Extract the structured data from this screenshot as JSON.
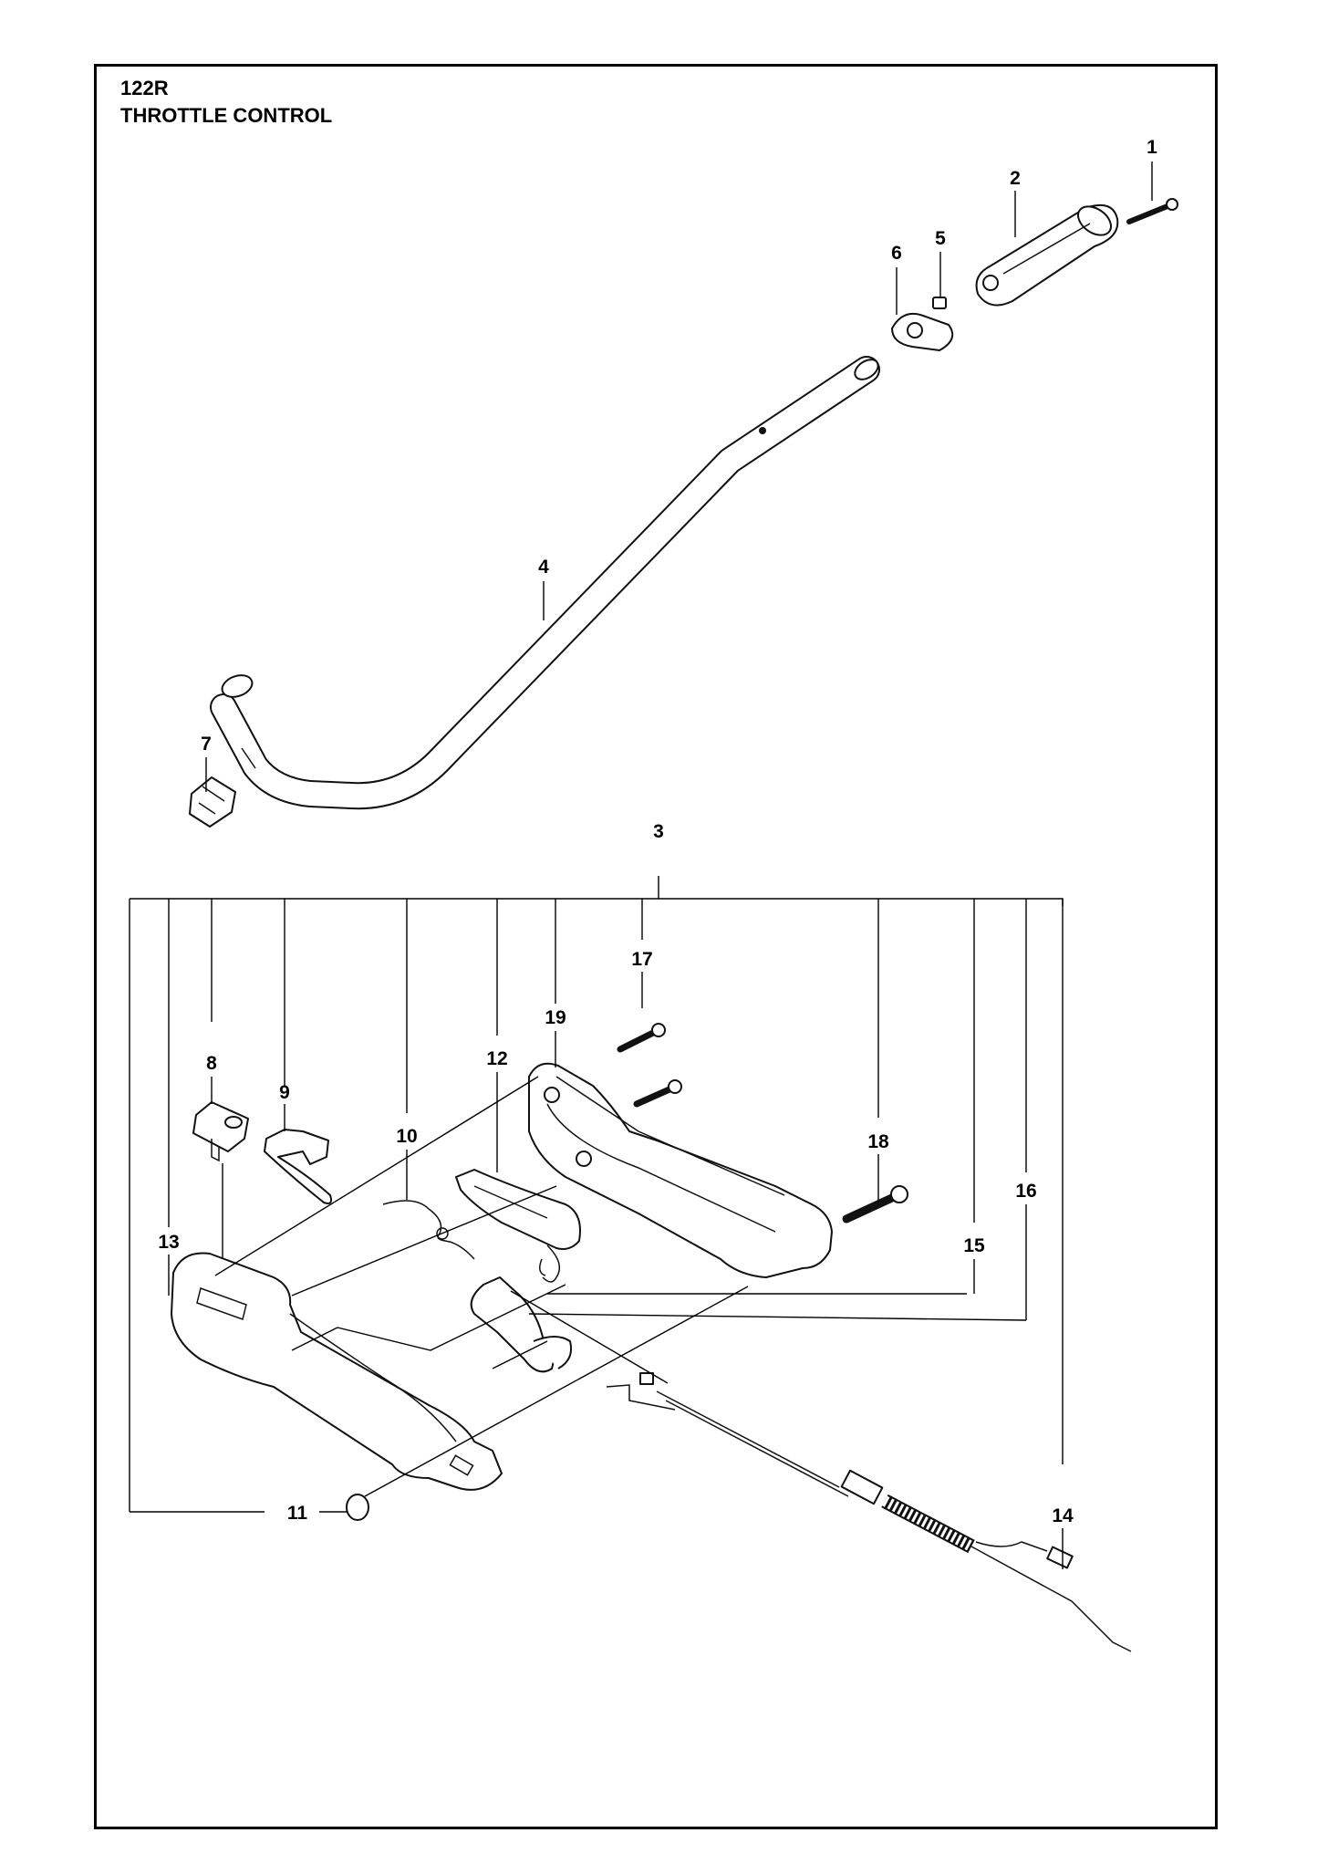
{
  "header": {
    "model": "122R",
    "section": "THROTTLE CONTROL"
  },
  "callouts": [
    {
      "id": "1",
      "label": "1"
    },
    {
      "id": "2",
      "label": "2"
    },
    {
      "id": "3",
      "label": "3"
    },
    {
      "id": "4",
      "label": "4"
    },
    {
      "id": "5",
      "label": "5"
    },
    {
      "id": "6",
      "label": "6"
    },
    {
      "id": "7",
      "label": "7"
    },
    {
      "id": "8",
      "label": "8"
    },
    {
      "id": "9",
      "label": "9"
    },
    {
      "id": "10",
      "label": "10"
    },
    {
      "id": "11",
      "label": "11"
    },
    {
      "id": "12",
      "label": "12"
    },
    {
      "id": "13",
      "label": "13"
    },
    {
      "id": "14",
      "label": "14"
    },
    {
      "id": "15",
      "label": "15"
    },
    {
      "id": "16",
      "label": "16"
    },
    {
      "id": "17",
      "label": "17"
    },
    {
      "id": "18",
      "label": "18"
    },
    {
      "id": "19",
      "label": "19"
    }
  ]
}
